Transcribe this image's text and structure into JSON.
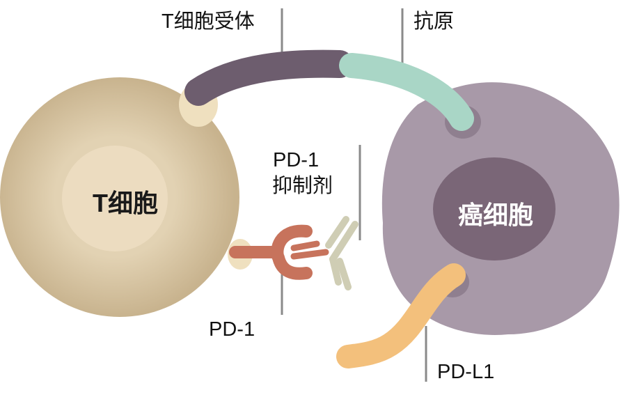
{
  "labels": {
    "t_cell_receptor": "T细胞受体",
    "antigen": "抗原",
    "pd1_inhibitor_line1": "PD-1",
    "pd1_inhibitor_line2": "抑制剂",
    "pd1": "PD-1",
    "pdl1": "PD-L1",
    "t_cell": "T细胞",
    "cancer_cell": "癌细胞"
  },
  "colors": {
    "t_cell": "#d8c7a6",
    "t_cell_nucleus": "#ecdcc0",
    "cancer_cell": "#a899a8",
    "cancer_nucleus": "#7a6677",
    "tcr": "#6d5d6e",
    "antigen": "#a9d6c6",
    "pd1": "#c7735c",
    "antibody": "#cfcdb4",
    "pdl1": "#f3c07c"
  }
}
